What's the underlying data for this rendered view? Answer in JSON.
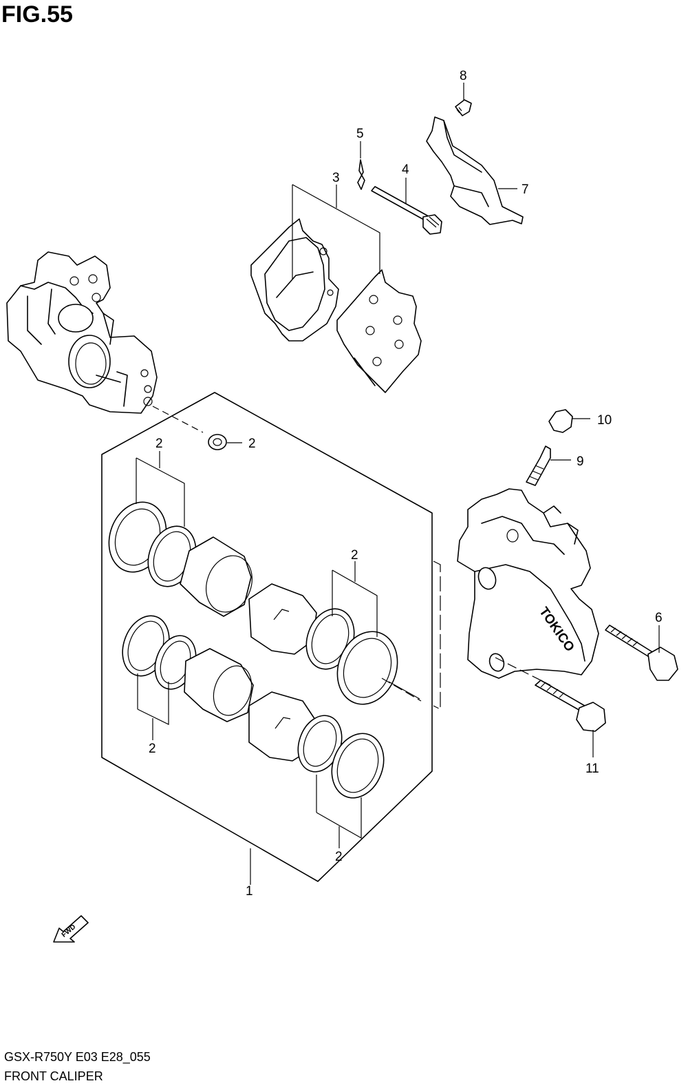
{
  "figure": {
    "title": "FIG.55"
  },
  "callouts": [
    {
      "id": "c1",
      "label": "1"
    },
    {
      "id": "c2a",
      "label": "2"
    },
    {
      "id": "c2b",
      "label": "2"
    },
    {
      "id": "c2c",
      "label": "2"
    },
    {
      "id": "c2d",
      "label": "2"
    },
    {
      "id": "c2e",
      "label": "2"
    },
    {
      "id": "c3",
      "label": "3"
    },
    {
      "id": "c4",
      "label": "4"
    },
    {
      "id": "c5",
      "label": "5"
    },
    {
      "id": "c6",
      "label": "6"
    },
    {
      "id": "c7",
      "label": "7"
    },
    {
      "id": "c8",
      "label": "8"
    },
    {
      "id": "c9",
      "label": "9"
    },
    {
      "id": "c10",
      "label": "10"
    },
    {
      "id": "c11",
      "label": "11"
    }
  ],
  "caliper_brand": "TOKICO",
  "fwd_arrow": {
    "label": "FWD",
    "icon": "fwd-arrow-icon"
  },
  "footer": {
    "model_code": "GSX-R750Y E03 E28_055",
    "section_name": "FRONT CALIPER"
  }
}
